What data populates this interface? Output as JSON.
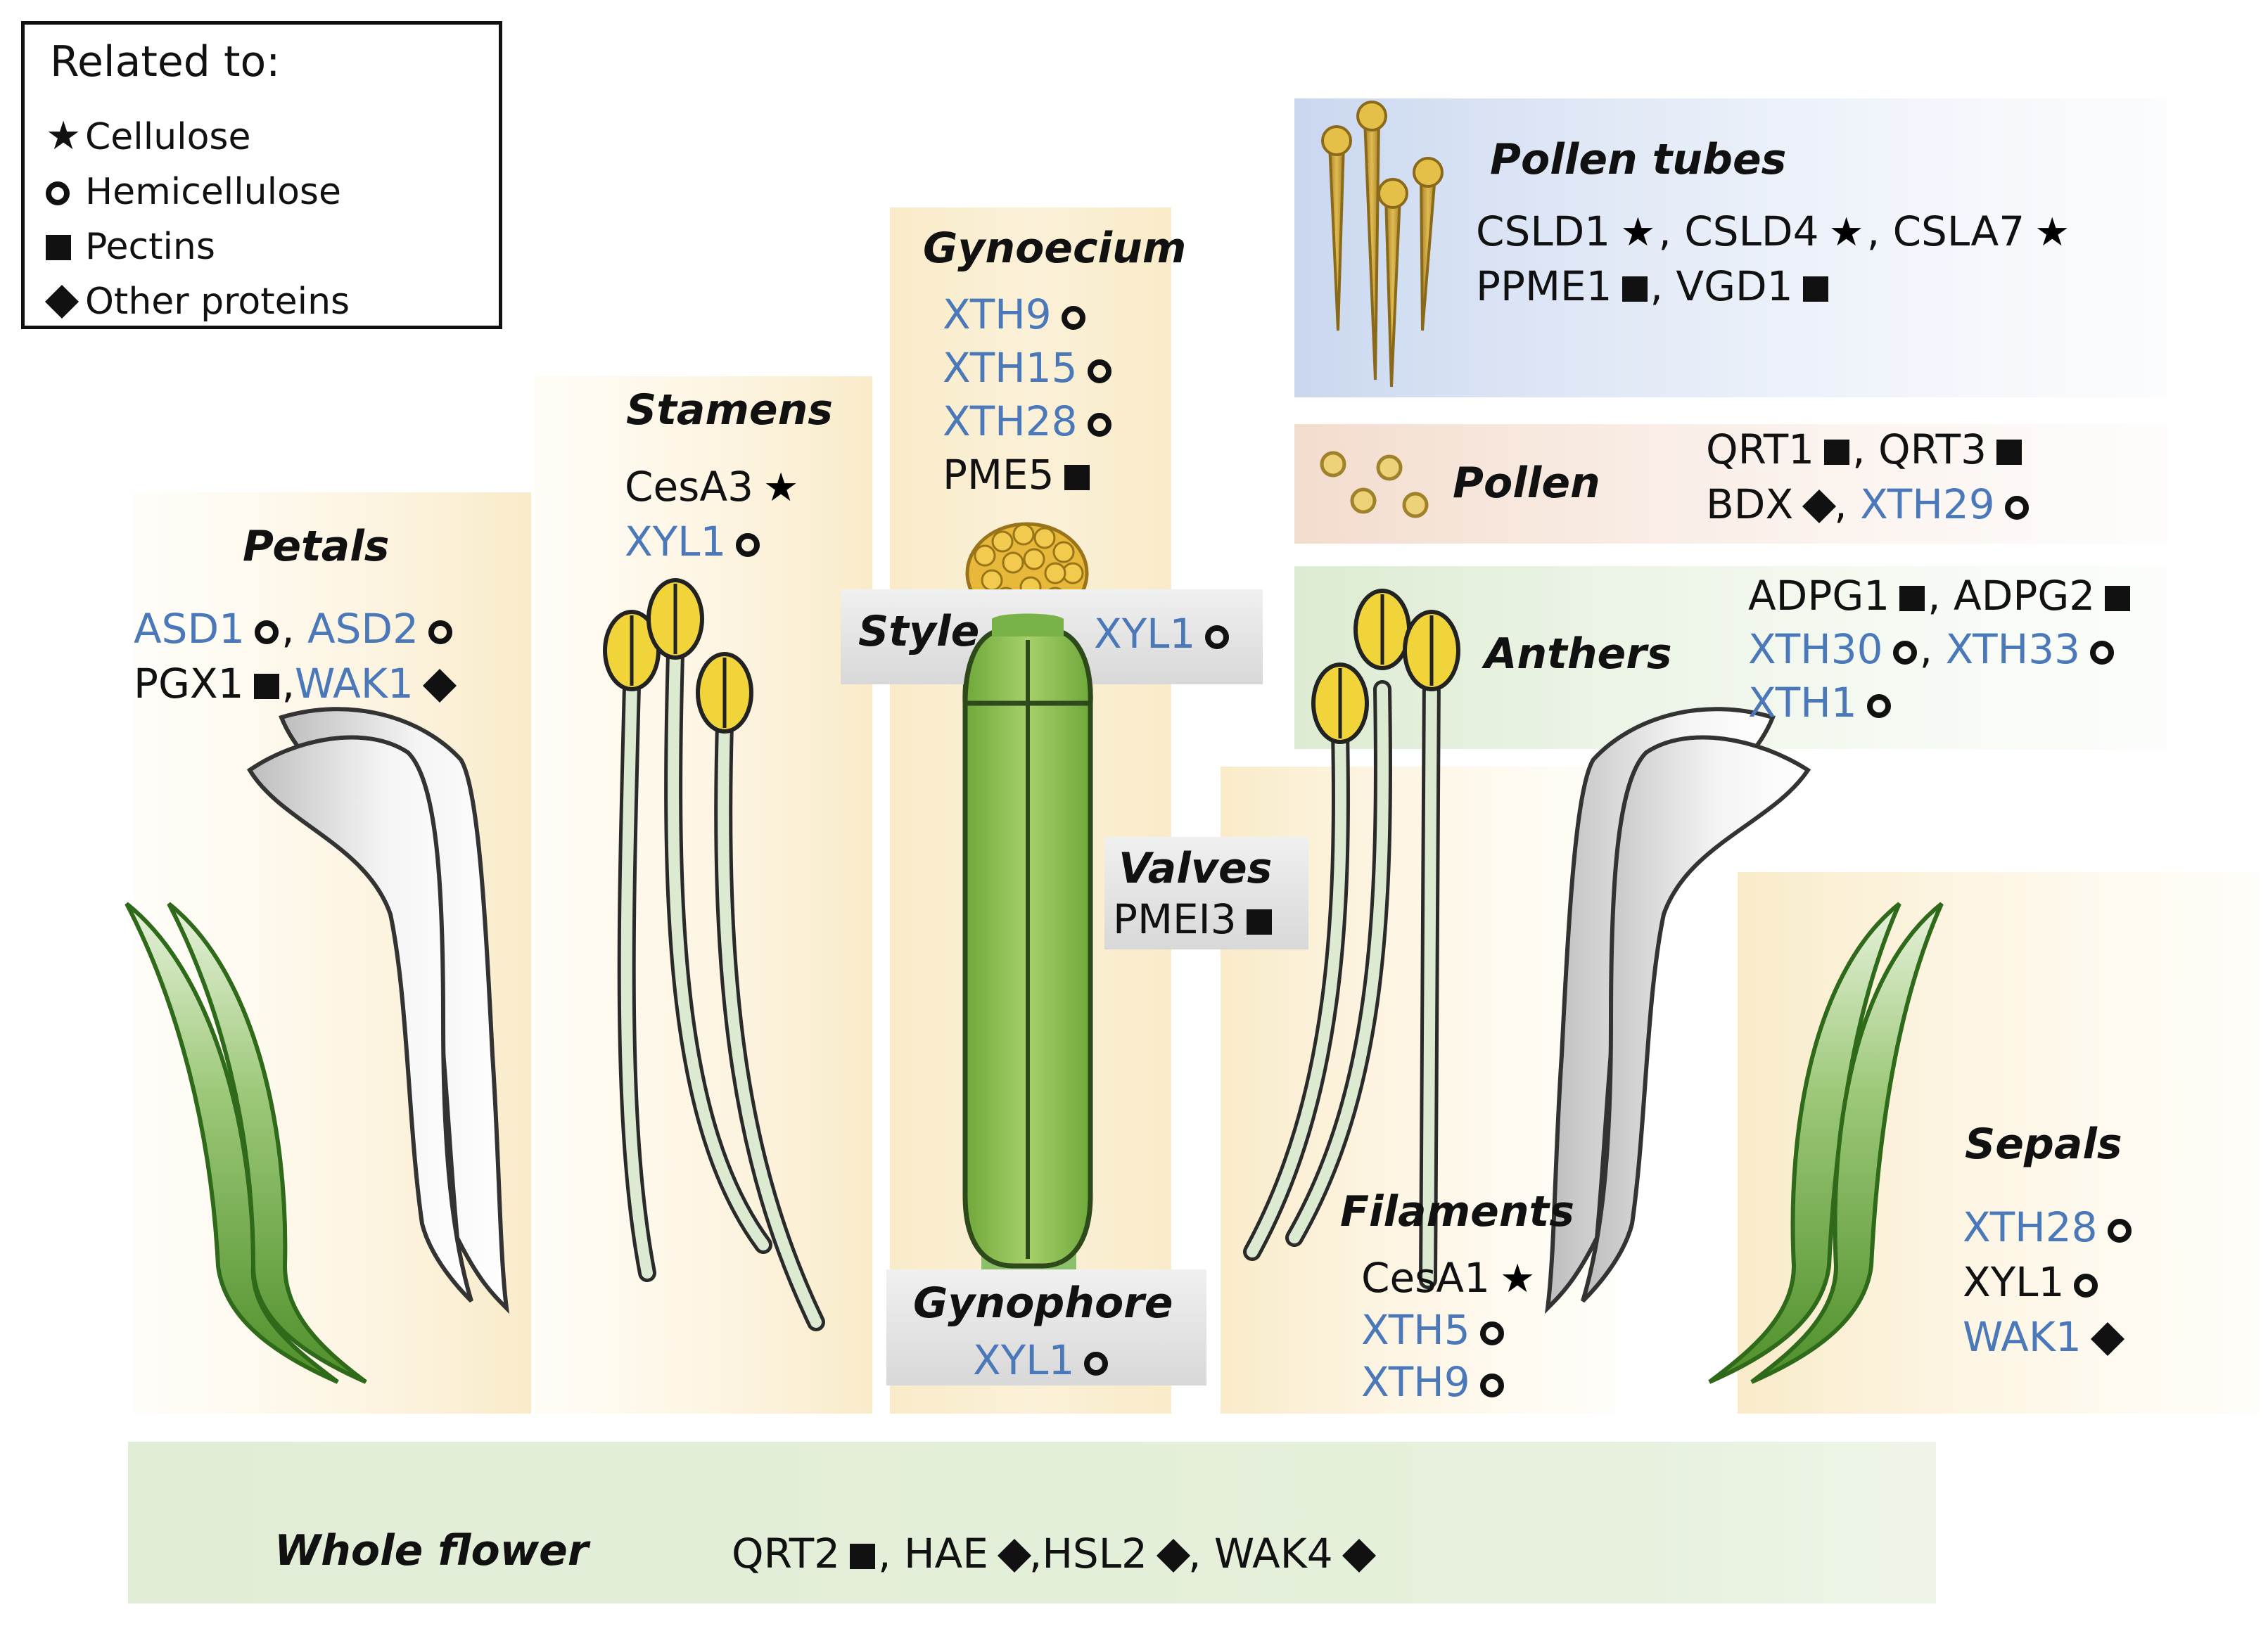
{
  "legend": {
    "title": "Related to:",
    "items": [
      {
        "symbol": "star",
        "label": "Cellulose"
      },
      {
        "symbol": "circle",
        "label": "Hemicellulose"
      },
      {
        "symbol": "square",
        "label": "Pectins"
      },
      {
        "symbol": "diamond",
        "label": "Other proteins"
      }
    ]
  },
  "colors": {
    "blue_gene": "#4a78b8",
    "black_gene": "#111111",
    "petal_panel": "#fbf0d6",
    "pollen_tube_panel": "#d6e0f2",
    "pollen_panel": "#f6e3d6",
    "anther_panel": "#e4efdc",
    "whole_flower_panel": "#e6f0dc",
    "grey_label": "#e2e2e2"
  },
  "regions": {
    "petals": {
      "title": "Petals",
      "rows": [
        [
          {
            "gene": "ASD1",
            "color": "blue",
            "symbol": "circle"
          },
          {
            "gene": ", ASD2",
            "color": "blue",
            "symbol": "circle"
          }
        ],
        [
          {
            "gene": "PGX1",
            "color": "black",
            "symbol": "square"
          },
          {
            "gene": ",WAK1",
            "color": "blue",
            "symbol": "diamond"
          }
        ]
      ]
    },
    "stamens": {
      "title": "Stamens",
      "rows": [
        [
          {
            "gene": "CesA3",
            "color": "black",
            "symbol": "star"
          }
        ],
        [
          {
            "gene": "XYL1",
            "color": "blue",
            "symbol": "circle"
          }
        ]
      ]
    },
    "gynoecium": {
      "title": "Gynoecium",
      "rows": [
        [
          {
            "gene": "XTH9",
            "color": "blue",
            "symbol": "circle"
          }
        ],
        [
          {
            "gene": "XTH15",
            "color": "blue",
            "symbol": "circle"
          }
        ],
        [
          {
            "gene": "XTH28",
            "color": "blue",
            "symbol": "circle"
          }
        ],
        [
          {
            "gene": "PME5",
            "color": "black",
            "symbol": "square"
          }
        ]
      ]
    },
    "style": {
      "title": "Style",
      "rows": [
        [
          {
            "gene": "XYL1",
            "color": "blue",
            "symbol": "circle"
          }
        ]
      ]
    },
    "valves": {
      "title": "Valves",
      "rows": [
        [
          {
            "gene": "PMEI3",
            "color": "black",
            "symbol": "square"
          }
        ]
      ]
    },
    "gynophore": {
      "title": "Gynophore",
      "rows": [
        [
          {
            "gene": "XYL1",
            "color": "blue",
            "symbol": "circle"
          }
        ]
      ]
    },
    "pollen_tubes": {
      "title": "Pollen tubes",
      "rows": [
        [
          {
            "gene": "CSLD1",
            "color": "black",
            "symbol": "star"
          },
          {
            "gene": ", CSLD4",
            "color": "black",
            "symbol": "star"
          },
          {
            "gene": ", CSLA7",
            "color": "black",
            "symbol": "star"
          }
        ],
        [
          {
            "gene": "PPME1",
            "color": "black",
            "symbol": "square"
          },
          {
            "gene": ", VGD1",
            "color": "black",
            "symbol": "square"
          }
        ]
      ]
    },
    "pollen": {
      "title": "Pollen",
      "rows": [
        [
          {
            "gene": "QRT1",
            "color": "black",
            "symbol": "square"
          },
          {
            "gene": ", QRT3",
            "color": "black",
            "symbol": "square"
          }
        ],
        [
          {
            "gene": "BDX",
            "color": "black",
            "symbol": "diamond"
          },
          {
            "gene": ", XTH29",
            "color": "blue",
            "symbol": "circle"
          }
        ]
      ]
    },
    "anthers": {
      "title": "Anthers",
      "rows": [
        [
          {
            "gene": "ADPG1",
            "color": "black",
            "symbol": "square"
          },
          {
            "gene": ", ADPG2",
            "color": "black",
            "symbol": "square"
          }
        ],
        [
          {
            "gene": "XTH30",
            "color": "blue",
            "symbol": "circle"
          },
          {
            "gene": ", XTH33",
            "color": "blue",
            "symbol": "circle"
          }
        ],
        [
          {
            "gene": "XTH1",
            "color": "blue",
            "symbol": "circle"
          }
        ]
      ]
    },
    "filaments": {
      "title": "Filaments",
      "rows": [
        [
          {
            "gene": "CesA1",
            "color": "black",
            "symbol": "star"
          }
        ],
        [
          {
            "gene": "XTH5",
            "color": "blue",
            "symbol": "circle"
          }
        ],
        [
          {
            "gene": "XTH9",
            "color": "blue",
            "symbol": "circle"
          }
        ]
      ]
    },
    "sepals": {
      "title": "Sepals",
      "rows": [
        [
          {
            "gene": "XTH28",
            "color": "blue",
            "symbol": "circle"
          }
        ],
        [
          {
            "gene": "XYL1",
            "color": "black",
            "symbol": "circle"
          }
        ],
        [
          {
            "gene": "WAK1",
            "color": "blue",
            "symbol": "diamond"
          }
        ]
      ]
    },
    "whole_flower": {
      "title": "Whole flower",
      "rows": [
        [
          {
            "gene": "QRT2",
            "color": "black",
            "symbol": "square"
          },
          {
            "gene": ", HAE",
            "color": "black",
            "symbol": "diamond"
          },
          {
            "gene": ",HSL2",
            "color": "black",
            "symbol": "diamond"
          },
          {
            "gene": ", WAK4",
            "color": "black",
            "symbol": "diamond"
          }
        ]
      ]
    }
  }
}
